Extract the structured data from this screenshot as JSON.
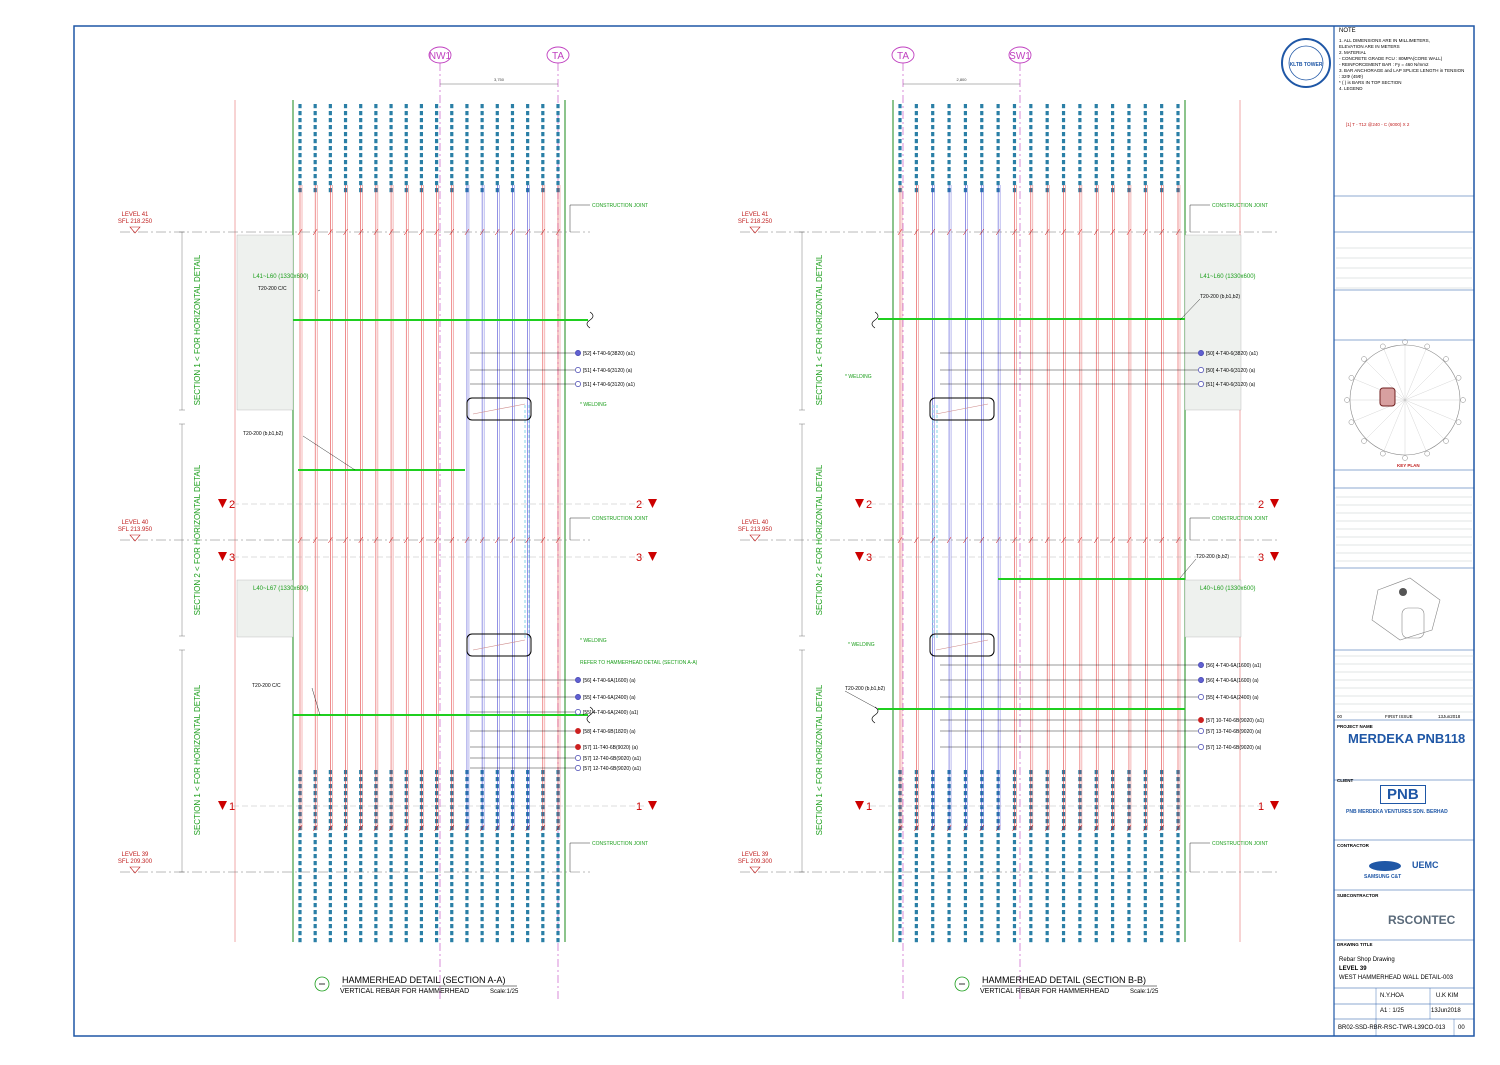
{
  "drawing": {
    "left": {
      "grid_left": "NW1",
      "grid_right": "TA",
      "grid_dim": "3,750",
      "title": "HAMMERHEAD DETAIL (SECTION A-A)",
      "subtitle": "VERTICAL REBAR FOR  HAMMERHEAD",
      "scale": "Scale:1/25",
      "level_41": "LEVEL 41",
      "sfl_41": "SFL 218.250",
      "level_40": "LEVEL 40",
      "sfl_40": "SFL 213.950",
      "level_39": "LEVEL 39",
      "sfl_39": "SFL 209.300",
      "construction_joint": "CONSTRUCTION JOINT",
      "welding": "* WELDING",
      "refer_note": "REFER TO  HAMMERHEAD DETAIL (SECTION A-A)",
      "t20_cc_top": "T20-200 C/C",
      "t20_mid": "T20-200 (b,b1,b2)",
      "t20_cc_bot": "T20-200 C/C",
      "sec1_top": "SECTION 1 < FOR HORIZONTAL DETAIL",
      "sec2": "SECTION 2 < FOR HORIZONTAL DETAIL",
      "sec1_bot": "SECTION 1 < FOR HORIZONTAL DETAIL",
      "lap_top": "L41~L60 (1330x600)",
      "lap_mid": "L40~L67 (1330x600)",
      "marks_top": [
        "[52] 4-T40-6(3820)  (a1)",
        "[51] 4-T40-6(3120)  (a)",
        "[51] 4-T40-6(3120)  (a1)"
      ],
      "marks_bot": [
        "[56] 4-T40-6A(1600)  (a)",
        "[55] 4-T40-6A(2400)  (a)",
        "[55] 4-T40-6A(2400)  (a1)",
        "[58] 4-T40-6B(1820)  (a)",
        "[57] 11-T40-6B(9020)  (a)",
        "[57] 12-T40-6B(9020)  (a1)",
        "[57] 12-T40-6B(9020)  (a1)"
      ]
    },
    "right": {
      "grid_left": "TA",
      "grid_right": "SW1",
      "grid_dim": "2,800",
      "title": "HAMMERHEAD DETAIL (SECTION B-B)",
      "subtitle": "VERTICAL REBAR FOR  HAMMERHEAD",
      "scale": "Scale:1/25",
      "level_41": "LEVEL 41",
      "sfl_41": "SFL 218.250",
      "level_40": "LEVEL 40",
      "sfl_40": "SFL 213.950",
      "level_39": "LEVEL 39",
      "sfl_39": "SFL 209.300",
      "construction_joint": "CONSTRUCTION JOINT",
      "welding": "* WELDING",
      "t20_top": "T20-200 (b,b1,b2)",
      "t20_mid": "T20-200 (b,b2)",
      "t20_bot": "T20-200 (b,b1,b2)",
      "sec1_top": "SECTION 1 < FOR HORIZONTAL DETAIL",
      "sec2": "SECTION 2 < FOR HORIZONTAL DETAIL",
      "sec1_bot": "SECTION 1 < FOR HORIZONTAL DETAIL",
      "lap_top": "L41~L60 (1330x600)",
      "lap_mid": "L40~L60 (1330x600)",
      "marks_top": [
        "[50] 4-T40-6(3820)  (a1)",
        "[50] 4-T40-6(3120)  (a)",
        "[51] 4-T40-6(3120)  (a)"
      ],
      "marks_bot": [
        "[56] 4-T40-6A(1600)  (a1)",
        "[56] 4-T40-6A(1600)  (a)",
        "[55] 4-T40-6A(2400)  (a)",
        "[57] 10-T40-6B(9020)  (a1)",
        "[57] 13-T40-6B(9020)  (a)",
        "[57] 12-T40-6B(9020)  (a)"
      ]
    },
    "section_markers": [
      "1",
      "2",
      "3"
    ]
  },
  "title_block": {
    "notes_heading": "NOTE",
    "notes": [
      "1. ALL DIMENSIONS ARE IN MILLIMETERS,",
      "    ELEVATION ARE IN METERS",
      "2. MATERIAL",
      "  - CONCRETE GRADE FCU : 80MPA(CORE WALL)",
      "  - REINFORCEMENT BAR : Fy = 460 N/mm2",
      "3. BAR ANCHORAGE and LAP SPLICE LENGTH in TENSION",
      "  : 32Φ (45Φ)",
      "  * ( ) is BARS IN TOP SECTION",
      "4. LEGEND"
    ],
    "legend_formula": "[1]  T  -  T12  @240  -  C  (6000)  X 2",
    "logo_text": "KLTB TOWER",
    "key_plan_label": "KEY PLAN",
    "project_name_label": "PROJECT NAME",
    "project_name": "MERDEKA PNB118",
    "client_label": "CLIENT",
    "client_logo": "PNB",
    "client_name": "PNB MERDEKA VENTURES SDN. BERHAD",
    "contractor_label": "CONTRACTOR",
    "contractor_1": "SAMSUNG C&T",
    "contractor_2": "UEMC",
    "subcontractor_label": "SUBCONTRACTOR",
    "subcontractor": "RSCONTEC",
    "revision": {
      "rev": "00",
      "desc": "FIRST ISSUE",
      "date": "13Jun2018"
    },
    "drawing_title_label": "DRAWING TITLE",
    "drawing_title_1": "Rebar Shop Drawing",
    "drawing_title_2": "LEVEL 39",
    "drawing_title_3": "WEST HAMMERHEAD WALL DETAIL-003",
    "drawn_by": "N.Y.HOA",
    "checked_by": "U.K KIM",
    "scale": "A1 : 1/25",
    "date": "13Jun2018",
    "drawing_no": "BR02-SSD-RBR-RSC-TWR-L39CO-013",
    "rev": "00"
  },
  "colors": {
    "rebar_red": "#e03030",
    "rebar_blue": "#3a3ad0",
    "cyan_dots": "#2a7fa6",
    "green": "#1fcf1f",
    "grid_magenta": "#c040c0",
    "border_blue": "#1f57a6"
  }
}
